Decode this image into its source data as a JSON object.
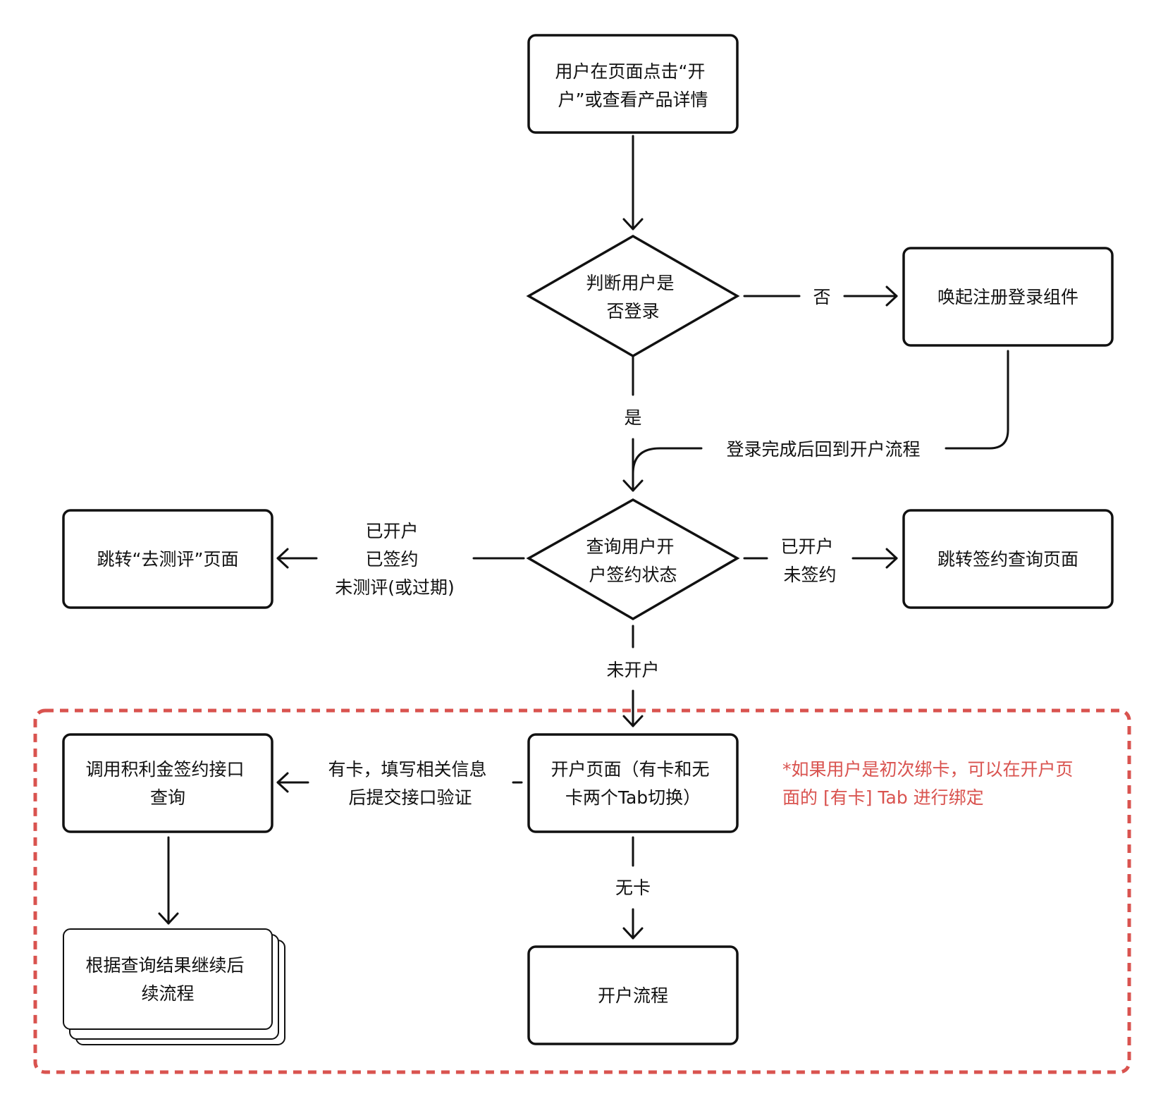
{
  "colors": {
    "stroke": "#111111",
    "text": "#111111",
    "highlight": "#d9534f",
    "card_fill": "#ffffff"
  },
  "nodes": {
    "start": [
      "用户在页面点击“开",
      "户”或查看产品详情"
    ],
    "check_login": [
      "判断用户是",
      "否登录"
    ],
    "invoke_register": [
      "唤起注册登录组件"
    ],
    "check_status": [
      "查询用户开",
      "户签约状态"
    ],
    "goto_assessment": [
      "跳转“去测评”页面"
    ],
    "goto_sign_query": [
      "跳转签约查询页面"
    ],
    "open_page": [
      "开户页面（有卡和无",
      "卡两个Tab切换）"
    ],
    "call_api": [
      "调用积利金签约接口",
      "查询"
    ],
    "continue_flow": [
      "根据查询结果继续后",
      "续流程"
    ],
    "open_flow": [
      "开户流程"
    ]
  },
  "edges": {
    "no": [
      "否"
    ],
    "yes": [
      "是"
    ],
    "back_after_login": [
      "登录完成后回到开户流程"
    ],
    "opened_signed": [
      "已开户",
      "已签约",
      "未测评(或过期)"
    ],
    "opened_unsigned": [
      "已开户",
      "未签约"
    ],
    "not_opened": [
      "未开户"
    ],
    "has_card": [
      "有卡，填写相关信息",
      "后提交接口验证"
    ],
    "no_card": [
      "无卡"
    ]
  },
  "note": [
    "*如果用户是初次绑卡，可以在开户页",
    "面的 [有卡] Tab 进行绑定"
  ]
}
